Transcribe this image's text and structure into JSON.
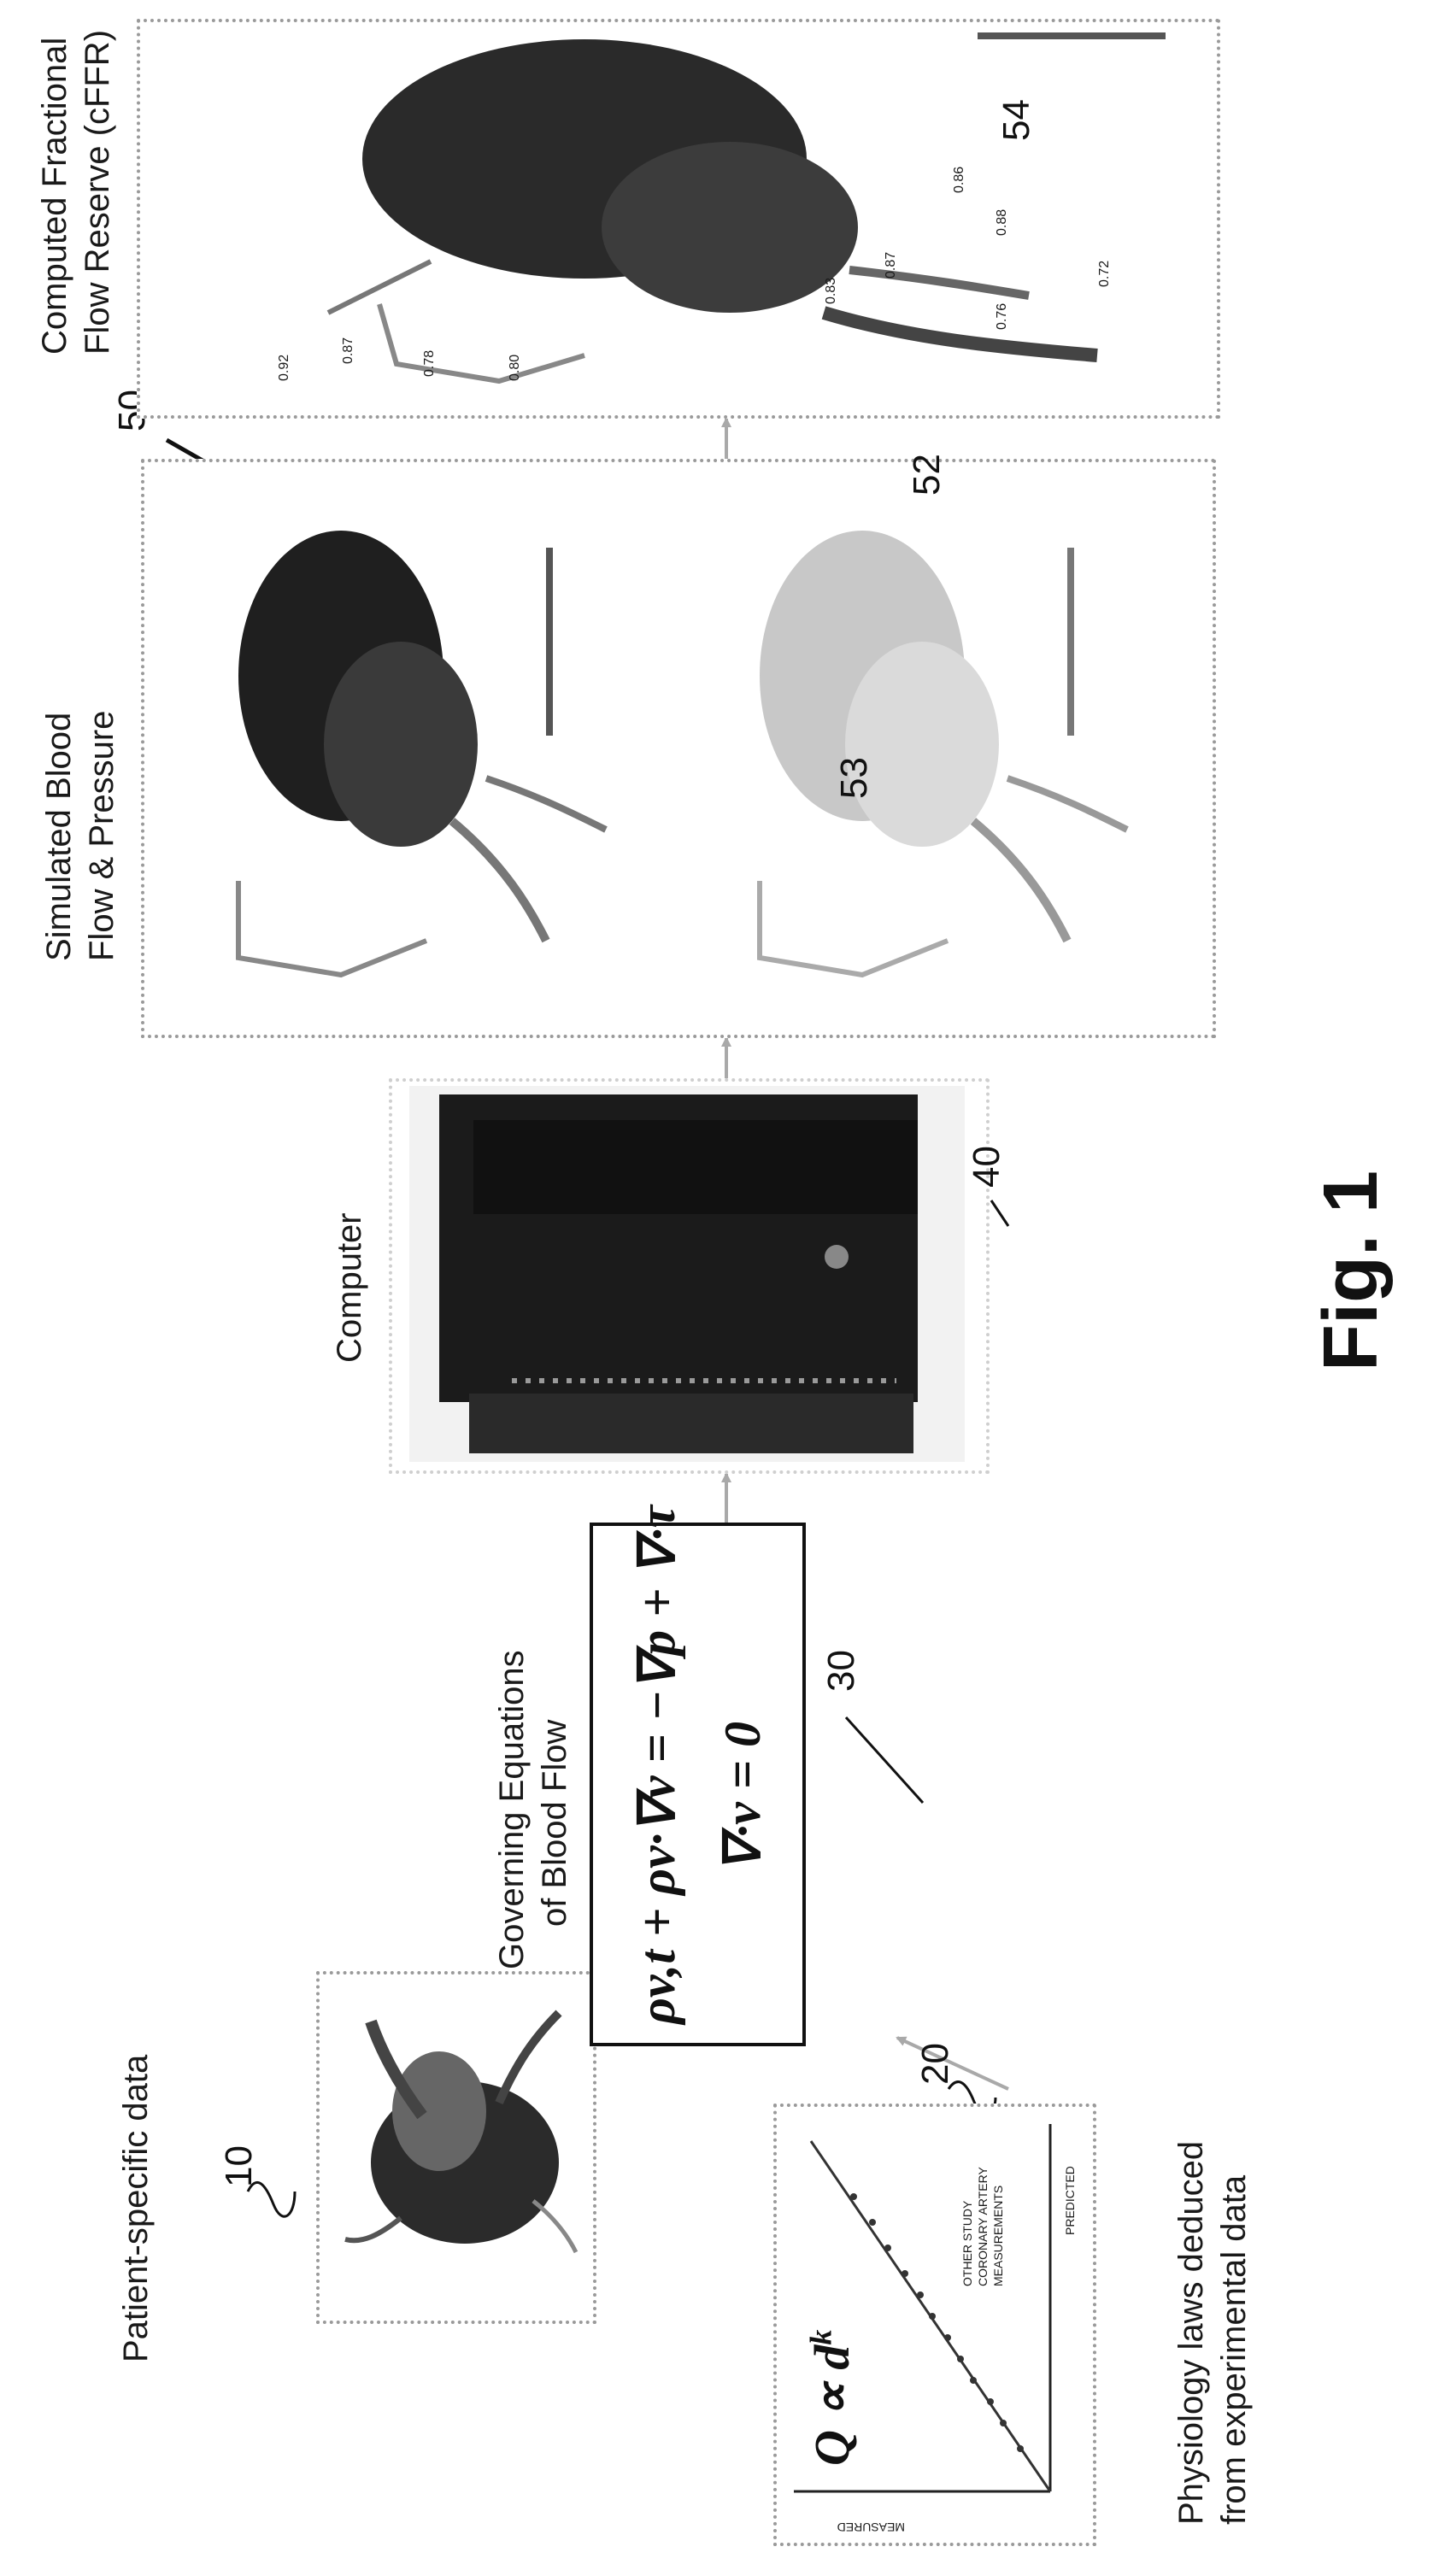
{
  "figure": {
    "title": "Fig. 1"
  },
  "labels": {
    "patient_data": "Patient-specific data",
    "physiology_line1": "Physiology laws deduced",
    "physiology_line2": "from experimental data",
    "governing_line1": "Governing Equations",
    "governing_line2": "of Blood Flow",
    "computer": "Computer",
    "simulated_line1": "Simulated Blood",
    "simulated_line2": "Flow & Pressure",
    "cffr_line1": "Computed Fractional",
    "cffr_line2": "Flow Reserve (cFFR)"
  },
  "references": {
    "r10": "10",
    "r20": "20",
    "r30": "30",
    "r40": "40",
    "r50": "50",
    "r52": "52",
    "r53": "53",
    "r54": "54"
  },
  "equations": {
    "momentum": "ρv,t + ρv·∇v = −∇p + ∇·τ",
    "continuity": "∇·v = 0",
    "power_law": "Q ∝ d",
    "power_exp": "k"
  },
  "plot_text": {
    "ylabel": "MEASURED",
    "xlabel": "PREDICTED",
    "legend1": "OTHER STUDY",
    "legend2": "CORONARY ARTERY",
    "legend3": "MEASUREMENTS"
  },
  "cffr_values": [
    "0.92",
    "0.87",
    "0.78",
    "0.80",
    "0.83",
    "0.87",
    "0.72",
    "0.88",
    "0.86",
    "0.76"
  ],
  "colors": {
    "panel_border": "#9a9a9a",
    "arrow": "#a9a9a9",
    "ink": "#111111"
  }
}
